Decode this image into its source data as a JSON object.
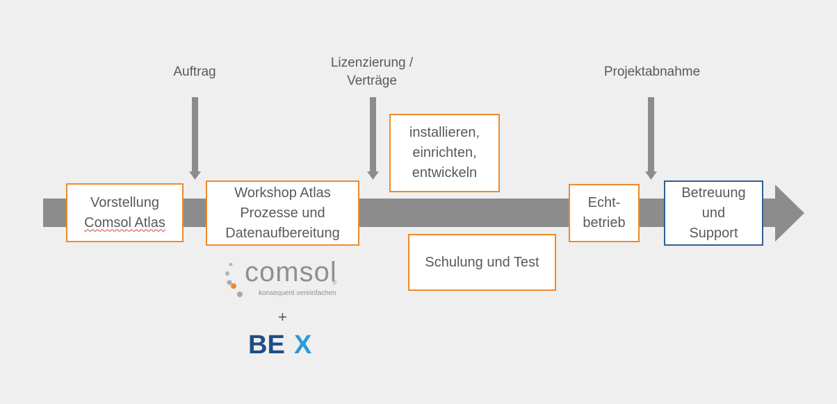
{
  "colors": {
    "background": "#efefef",
    "arrow": "#8c8c8c",
    "box_border_orange": "#ed8a2c",
    "box_border_blue": "#2f5e8f",
    "text": "#595959",
    "bex_blue": "#1f4e86",
    "bex_x_light": "#2f9ad4",
    "comsol_dot_orange": "#ed8a2c"
  },
  "milestones": {
    "auftrag": "Auftrag",
    "lizenzierung_line1": "Lizenzierung /",
    "lizenzierung_line2": "Verträge",
    "projektabnahme": "Projektabnahme"
  },
  "boxes": {
    "vorstellung_line1": "Vorstellung",
    "vorstellung_line2": "Comsol Atlas",
    "workshop_line1": "Workshop Atlas",
    "workshop_line2": "Prozesse und",
    "workshop_line3": "Datenaufbereitung",
    "installieren_line1": "installieren,",
    "installieren_line2": "einrichten,",
    "installieren_line3": "entwickeln",
    "schulung": "Schulung und Test",
    "echtbetrieb_line1": "Echt-",
    "echtbetrieb_line2": "betrieb",
    "betreuung_line1": "Betreuung",
    "betreuung_line2": "und",
    "betreuung_line3": "Support"
  },
  "logos": {
    "comsol_name": "comsol",
    "comsol_registered": "®",
    "comsol_tagline": "konsequent vereinfachen",
    "plus": "+",
    "bex_letters": "BE",
    "bex_x": "X"
  },
  "icons": {
    "timeline": "timeline-arrow",
    "milestone_markers": "down-arrow-icon"
  }
}
